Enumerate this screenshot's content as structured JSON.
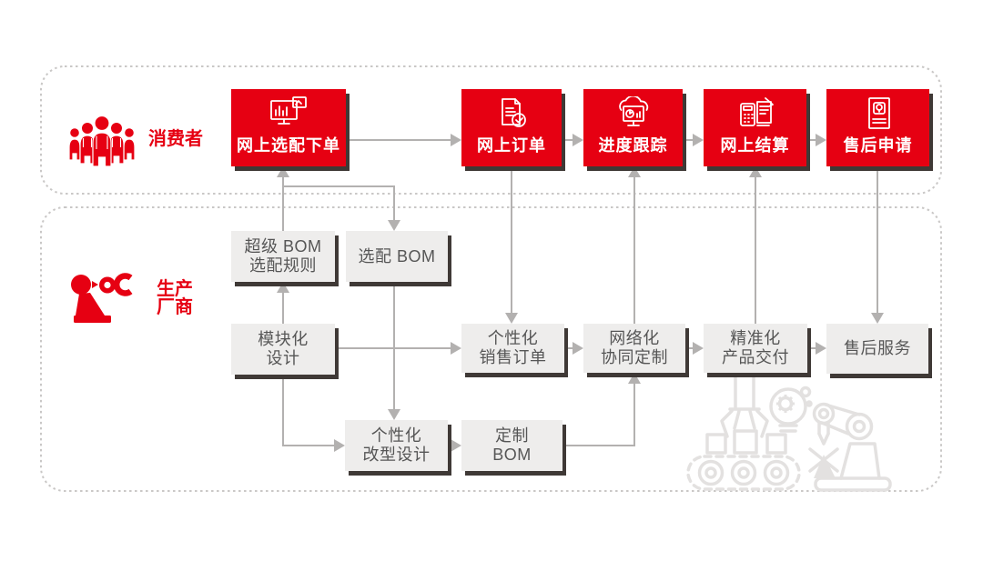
{
  "palette": {
    "red": "#e60012",
    "grayBoxBg": "#eeedec",
    "grayBoxText": "#565656",
    "arrow": "#b3b1b0",
    "laneBorder": "#c9c7c6",
    "shadow": "#3f3936",
    "art": "#e3e1e0"
  },
  "lanes": [
    {
      "label": "消费者",
      "icon": "people-group-icon"
    },
    {
      "labelLines": [
        "生产",
        "厂商"
      ],
      "icon": "robot-arm-icon"
    }
  ],
  "consumerSteps": [
    {
      "label": "网上选配下单",
      "icon": "monitor-chart-icon"
    },
    {
      "label": "网上订单",
      "icon": "document-check-icon"
    },
    {
      "label": "进度跟踪",
      "icon": "cloud-monitor-icon"
    },
    {
      "label": "网上结算",
      "icon": "calculator-invoice-icon"
    },
    {
      "label": "售后申请",
      "icon": "document-idea-icon"
    }
  ],
  "manufacturerNodes": [
    {
      "lines": [
        "超级 BOM",
        "选配规则"
      ]
    },
    {
      "lines": [
        "选配 BOM"
      ]
    },
    {
      "lines": [
        "模块化",
        "设计"
      ]
    },
    {
      "lines": [
        "个性化",
        "销售订单"
      ]
    },
    {
      "lines": [
        "网络化",
        "协同定制"
      ]
    },
    {
      "lines": [
        "精准化",
        "产品交付"
      ]
    },
    {
      "lines": [
        "售后服务"
      ]
    },
    {
      "lines": [
        "个性化",
        "改型设计"
      ]
    },
    {
      "lines": [
        "定制",
        "BOM"
      ]
    }
  ],
  "illustrations": [
    "conveyor-gripper",
    "idea-gear-bulb",
    "welding-robot"
  ]
}
